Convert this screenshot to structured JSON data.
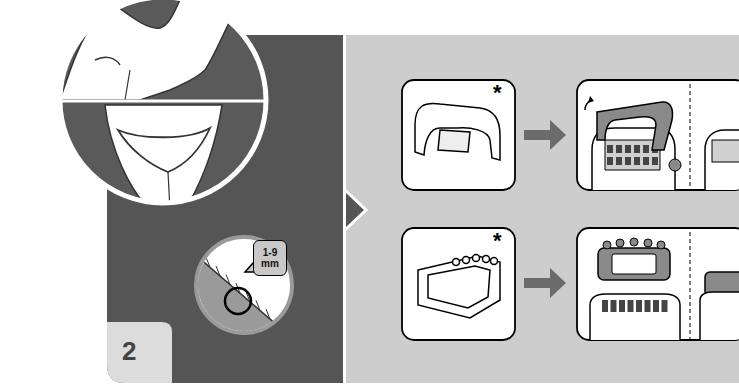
{
  "diagram": {
    "nodes": [
      {
        "text": [
          "1-9 mm"
        ]
      }
    ],
    "labels": [
      "2",
      "*",
      "*"
    ]
  }
}
